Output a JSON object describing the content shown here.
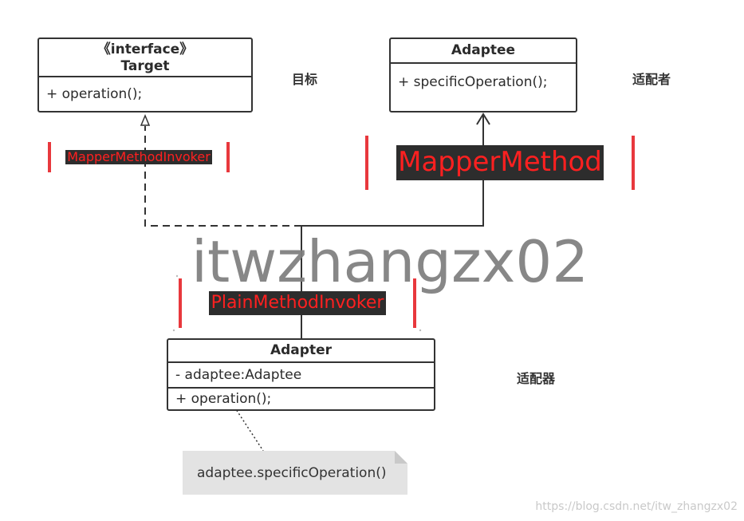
{
  "target_class": {
    "stereotype": "《interface》",
    "name": "Target",
    "operation": "+ operation();",
    "caption": "目标"
  },
  "adaptee_class": {
    "name": "Adaptee",
    "operation": "+ specificOperation();",
    "caption": "适配者"
  },
  "adapter_class": {
    "name": "Adapter",
    "attribute": "- adaptee:Adaptee",
    "operation": "+ operation();",
    "caption": "适配器"
  },
  "tags": {
    "target": "MapperMethodInvoker",
    "adaptee": "MapperMethod",
    "adapter": "PlainMethodInvoker"
  },
  "note": {
    "text": "adaptee.specificOperation()"
  },
  "watermark": "itwzhangzx02",
  "source_url": "https://blog.csdn.net/itw_zhangzx02",
  "colors": {
    "line": "#333333",
    "tag_border": "#e8383d",
    "tag_text": "#ff2020",
    "tag_fill": "#2d2d2d",
    "note_fill": "#e3e3e3"
  }
}
